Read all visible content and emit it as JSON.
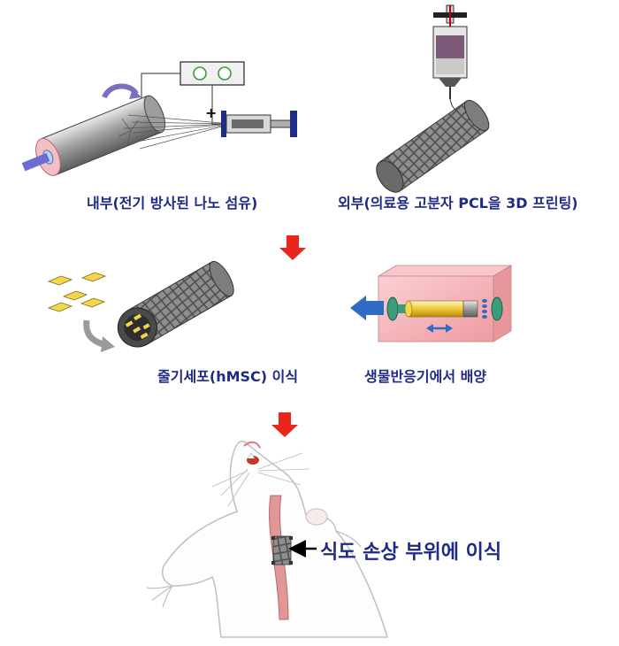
{
  "labels": {
    "inner": "내부(전기 방사된 나노 섬유)",
    "outer": "외부(의료용 고분자 PCL을 3D 프린팅)",
    "seeding": "줄기세포(hMSC) 이식",
    "bioreactor": "생물반응기에서 배양",
    "implant": "식도 손상 부위에 이식"
  },
  "symbols": {
    "minus": "−",
    "plus": "+"
  },
  "colors": {
    "label": "#1f2a86",
    "flow_arrow": "#e8261c",
    "bioreactor_box": "#f6b2b8",
    "cell": "#f3d64b",
    "mesh": "#7a7a7a",
    "esophagus": "#e29797",
    "blue_arrow": "#2f6bc4",
    "green_port": "#3b9e7a"
  }
}
